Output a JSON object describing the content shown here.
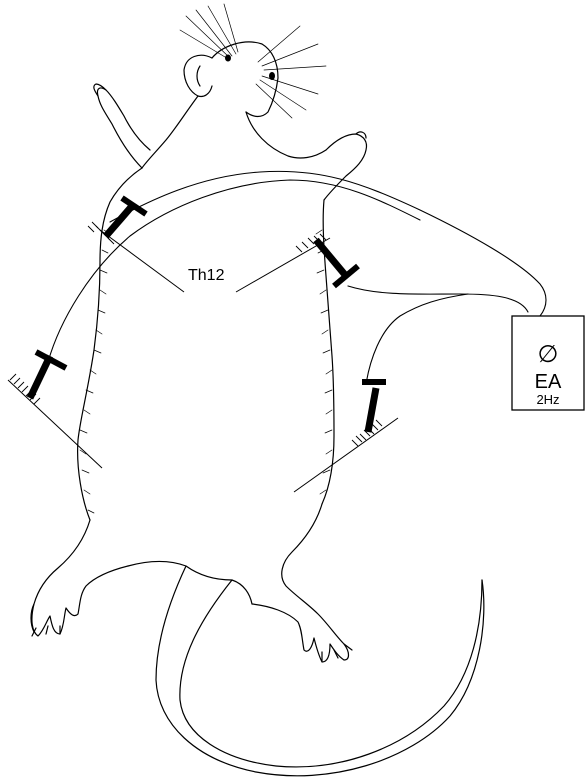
{
  "labels": {
    "vertebra": "Th12",
    "device_symbol": "∅",
    "device_name": "EA",
    "device_frequency": "2Hz"
  },
  "colors": {
    "line": "#000000",
    "background": "#ffffff"
  }
}
